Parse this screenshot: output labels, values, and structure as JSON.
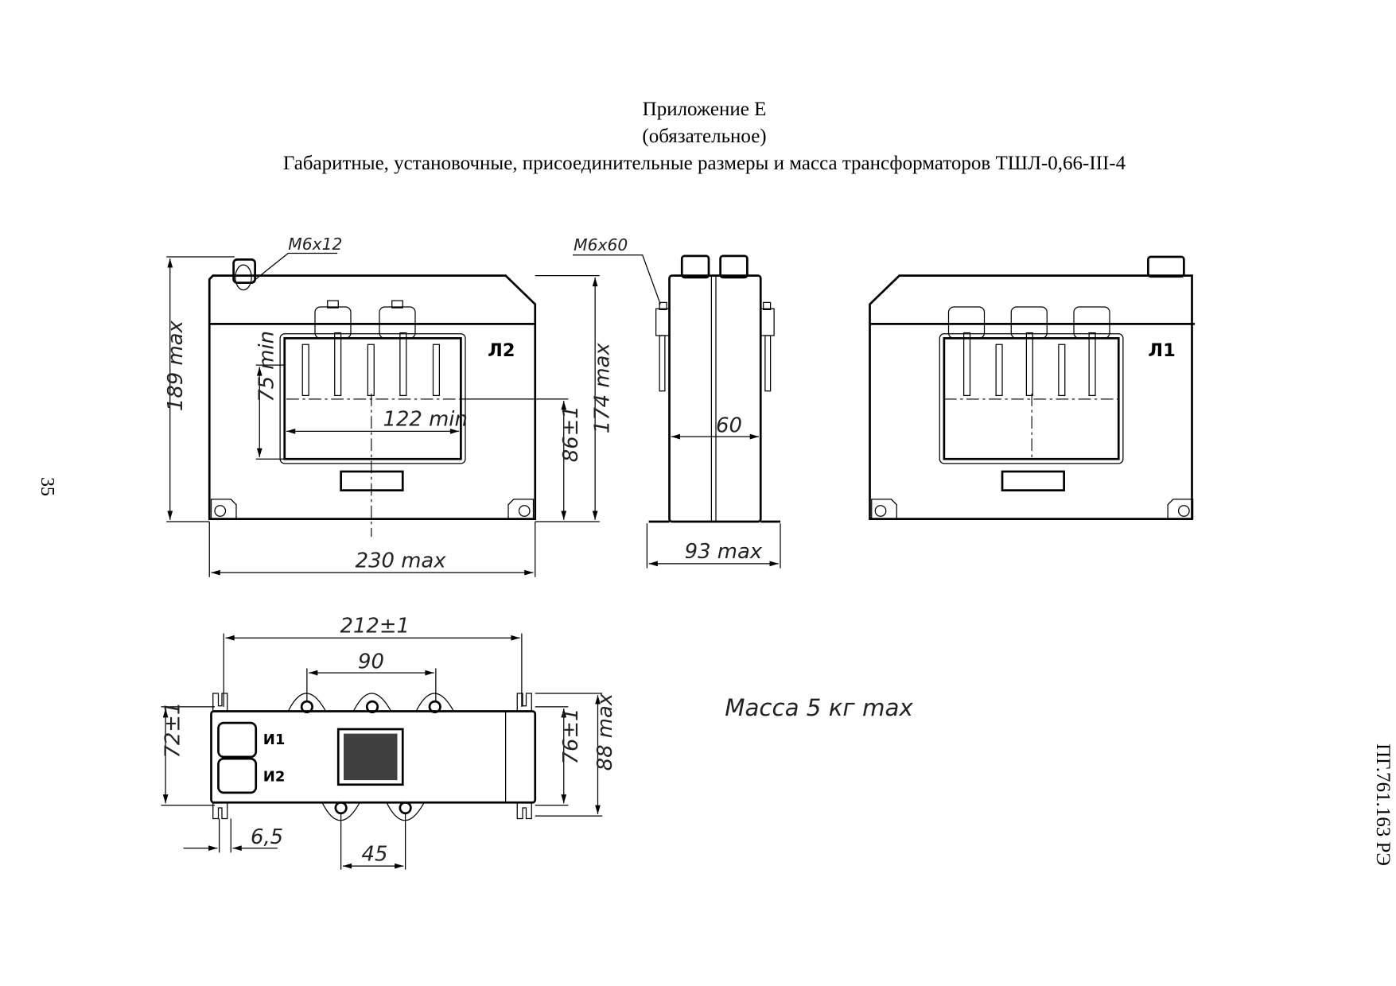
{
  "header": {
    "appendix": "Приложение Е",
    "status": "(обязательное)",
    "title": "Габаритные, установочные, присоединительные размеры и масса трансформаторов ТШЛ-0,66-III-4"
  },
  "page_number": "35",
  "document_code": "ПГ.761.163 РЭ",
  "front_view": {
    "thread_label": "М6х12",
    "terminal_label": "Л2",
    "dim_height_overall": "189 max",
    "dim_height_body": "174 max",
    "dim_axis_height": "86±1",
    "dim_window_height": "75 min",
    "dim_window_width": "122 min",
    "dim_width": "230 max"
  },
  "side_view": {
    "thread_label": "М6х60",
    "dim_body_depth": "60",
    "dim_depth_overall": "93 max"
  },
  "rear_view": {
    "terminal_label": "Л1"
  },
  "bottom_view": {
    "dim_mount_spacing": "212±1",
    "dim_terminal_spacing_top": "90",
    "dim_terminal_spacing_bottom": "45",
    "dim_slot": "6,5",
    "dim_mount_left": "72±1",
    "dim_mount_right": "76±1",
    "dim_overall": "88 max",
    "secondary_terminal_1": "И1",
    "secondary_terminal_2": "И2"
  },
  "mass_note": "Масса  5 кг max"
}
